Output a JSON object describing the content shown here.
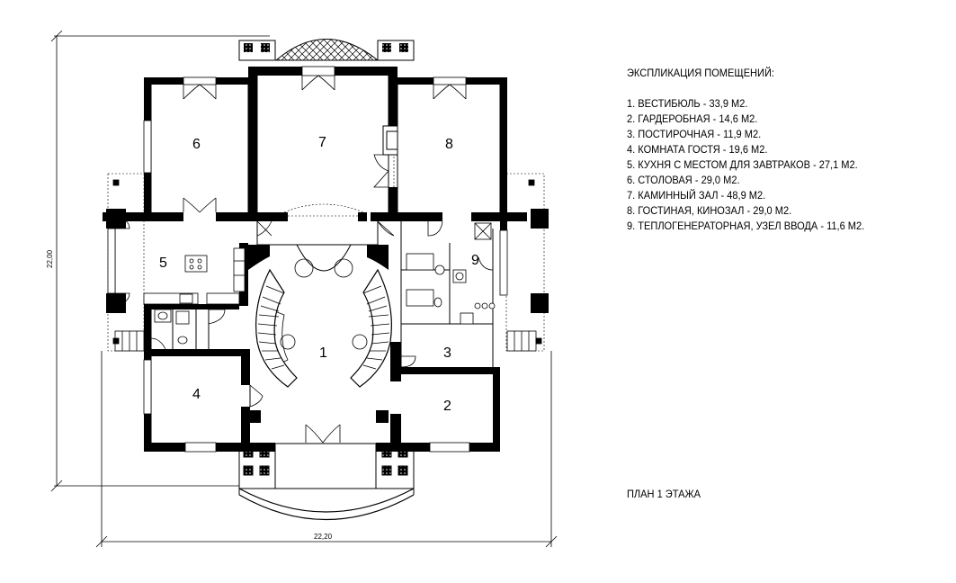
{
  "explication": {
    "title": "ЭКСПЛИКАЦИЯ ПОМЕЩЕНИЙ:",
    "items": [
      "1. ВЕСТИБЮЛЬ - 33,9 М2.",
      "2. ГАРДЕРОБНАЯ - 14,6 М2.",
      "3. ПОСТИРОЧНАЯ - 11,9 М2.",
      "4. КОМНАТА ГОСТЯ - 19,6 М2.",
      "5. КУХНЯ С МЕСТОМ ДЛЯ ЗАВТРАКОВ - 27,1 М2.",
      "6. СТОЛОВАЯ - 29,0 М2.",
      "7. КАМИННЫЙ ЗАЛ - 48,9 М2.",
      "8. ГОСТИНАЯ, КИНОЗАЛ - 29,0 М2.",
      "9. ТЕПЛОГЕНЕРАТОРНАЯ, УЗЕЛ ВВОДА - 11,6 М2."
    ]
  },
  "plan_caption": "ПЛАН 1 ЭТАЖА",
  "dimensions": {
    "vertical": "22,00",
    "horizontal": "22,20"
  },
  "rooms": {
    "r1": "1",
    "r2": "2",
    "r3": "3",
    "r4": "4",
    "r5": "5",
    "r6": "6",
    "r7": "7",
    "r8": "8",
    "r9": "9"
  }
}
